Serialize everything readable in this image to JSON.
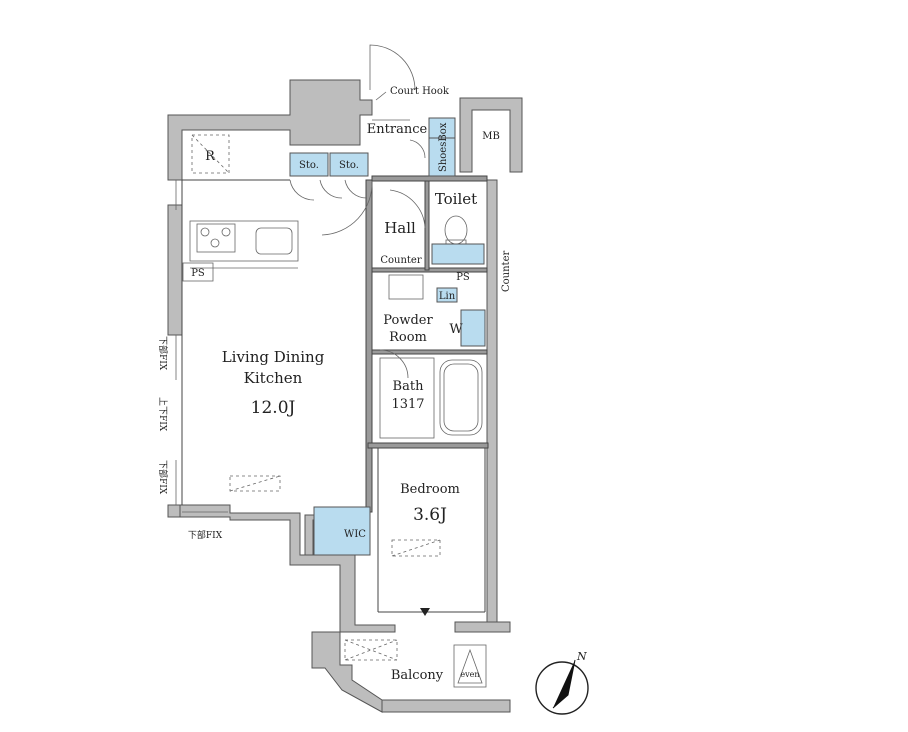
{
  "rooms": {
    "ldk": {
      "line1": "Living Dining",
      "line2": "Kitchen",
      "size": "12.0J"
    },
    "bedroom": {
      "name": "Bedroom",
      "size": "3.6J"
    },
    "entrance": "Entrance",
    "hall": "Hall",
    "toilet": "Toilet",
    "powder_line1": "Powder",
    "powder_line2": "Room",
    "bath_name": "Bath",
    "bath_size": "1317",
    "balcony": "Balcony",
    "wic": "WIC",
    "mb": "MB"
  },
  "fixtures": {
    "court_hook": "Court Hook",
    "shoes_box": "ShoesBox",
    "sto1": "Sto.",
    "sto2": "Sto.",
    "counter_hall": "Counter",
    "counter_vertical": "Counter",
    "ps_kitchen": "PS",
    "ps_right": "PS",
    "lin": "Lin",
    "w": "W",
    "refrigerator": "R",
    "even": "even"
  },
  "windows": {
    "fix1": "下部FIX",
    "fix2": "上下FIX",
    "fix3": "下部FIX",
    "fix_bottom": "下部FIX"
  },
  "compass": {
    "north": "N"
  },
  "colors": {
    "storage_fill": "#b9dcef",
    "wall_fill": "#bdbdbd"
  }
}
